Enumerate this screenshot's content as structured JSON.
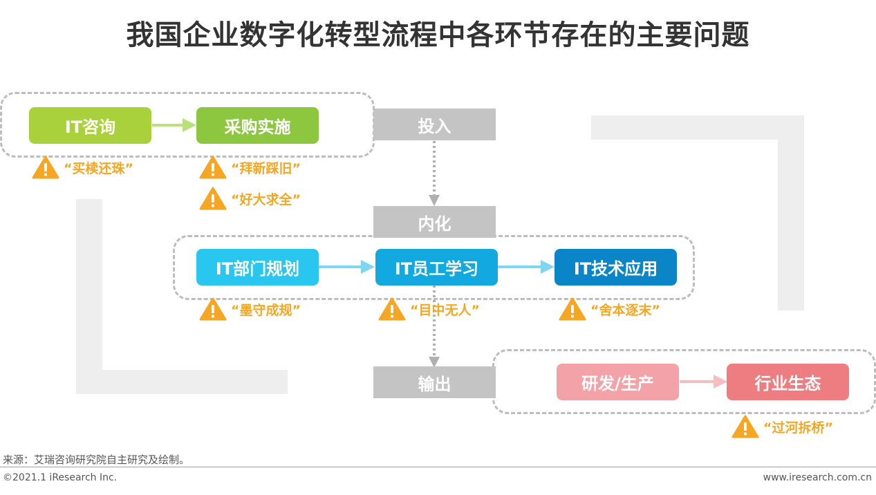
{
  "title": "我国企业数字化转型流程中各环节存在的主要问题",
  "stages": {
    "input": "投入",
    "internal": "内化",
    "output": "输出"
  },
  "steps": {
    "it_consult": "IT咨询",
    "procurement": "采购实施",
    "it_planning": "IT部门规划",
    "staff_learning": "IT员工学习",
    "tech_application": "IT技术应用",
    "rd_production": "研发/生产",
    "industry_ecosystem": "行业生态"
  },
  "issues": {
    "it_consult": "“买椟还珠”",
    "procurement_1": "“拜新踩旧”",
    "procurement_2": "“好大求全”",
    "it_planning": "“墨守成规”",
    "staff_learning": "“目中无人”",
    "tech_application": "“舍本逐末”",
    "industry_ecosystem": "“过河拆桥”"
  },
  "colors": {
    "green_light": "#a9d13b",
    "green": "#8dc63f",
    "cyan_light": "#29c6ef",
    "cyan": "#12a8e0",
    "blue": "#0a86c8",
    "pink_light": "#f3a3a7",
    "pink": "#ee7d82",
    "stage_gray": "#c4c4c4",
    "warning": "#f5a623"
  },
  "footer": {
    "source": "来源：艾瑞咨询研究院自主研究及绘制。",
    "copyright": "©2021.1 iResearch Inc.",
    "website": "www.iresearch.com.cn"
  }
}
